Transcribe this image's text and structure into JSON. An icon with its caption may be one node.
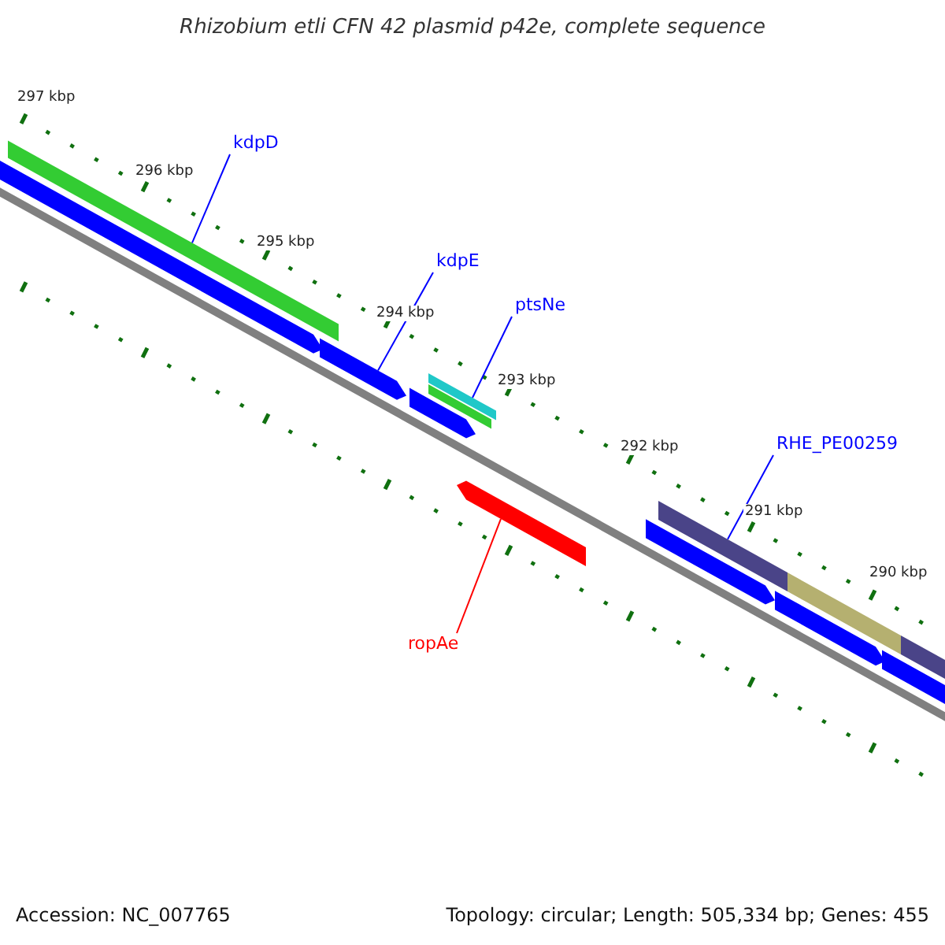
{
  "diagram": {
    "title": "Rhizobium etli CFN 42 plasmid p42e, complete sequence",
    "nodes": [
      {
        "text": [
          "kdpD"
        ]
      },
      {
        "text": [],
        "shape": "bar"
      },
      {
        "text": [
          "kdpE"
        ]
      },
      {
        "text": [],
        "shape": "arrow"
      },
      {
        "text": [
          "ptsNe"
        ]
      },
      {
        "text": [],
        "shape": "bar"
      },
      {
        "text": [
          "RHE_PE00259"
        ]
      },
      {
        "text": [],
        "shape": "bar"
      },
      {
        "text": [
          "ropAe"
        ]
      },
      {
        "text": [],
        "shape": "arrow"
      },
      {
        "text": [],
        "shape": "arrow"
      },
      {
        "text": [],
        "shape": "arrow"
      },
      {
        "text": [],
        "shape": "bar"
      },
      {
        "text": [],
        "shape": "arrow"
      },
      {
        "text": [],
        "shape": "arrow"
      },
      {
        "text": [],
        "shape": "bar"
      },
      {
        "text": [],
        "shape": "arrow"
      },
      {
        "text": [],
        "shape": "bar"
      }
    ],
    "edges": [
      {
        "from": 0,
        "to": 1,
        "arrow": "none"
      },
      {
        "from": 2,
        "to": 3,
        "arrow": "none"
      },
      {
        "from": 4,
        "to": 5,
        "arrow": "none"
      },
      {
        "from": 6,
        "to": 7,
        "arrow": "none"
      },
      {
        "from": 8,
        "to": 9,
        "arrow": "none",
        "color": "#ff0000"
      }
    ],
    "labels": [
      "297 kbp",
      "296 kbp",
      "295 kbp",
      "294 kbp",
      "293 kbp",
      "292 kbp",
      "291 kbp",
      "290 kbp",
      "Accession: NC_007765",
      "Topology: circular; Length: 505,334 bp; Genes: 455"
    ]
  }
}
